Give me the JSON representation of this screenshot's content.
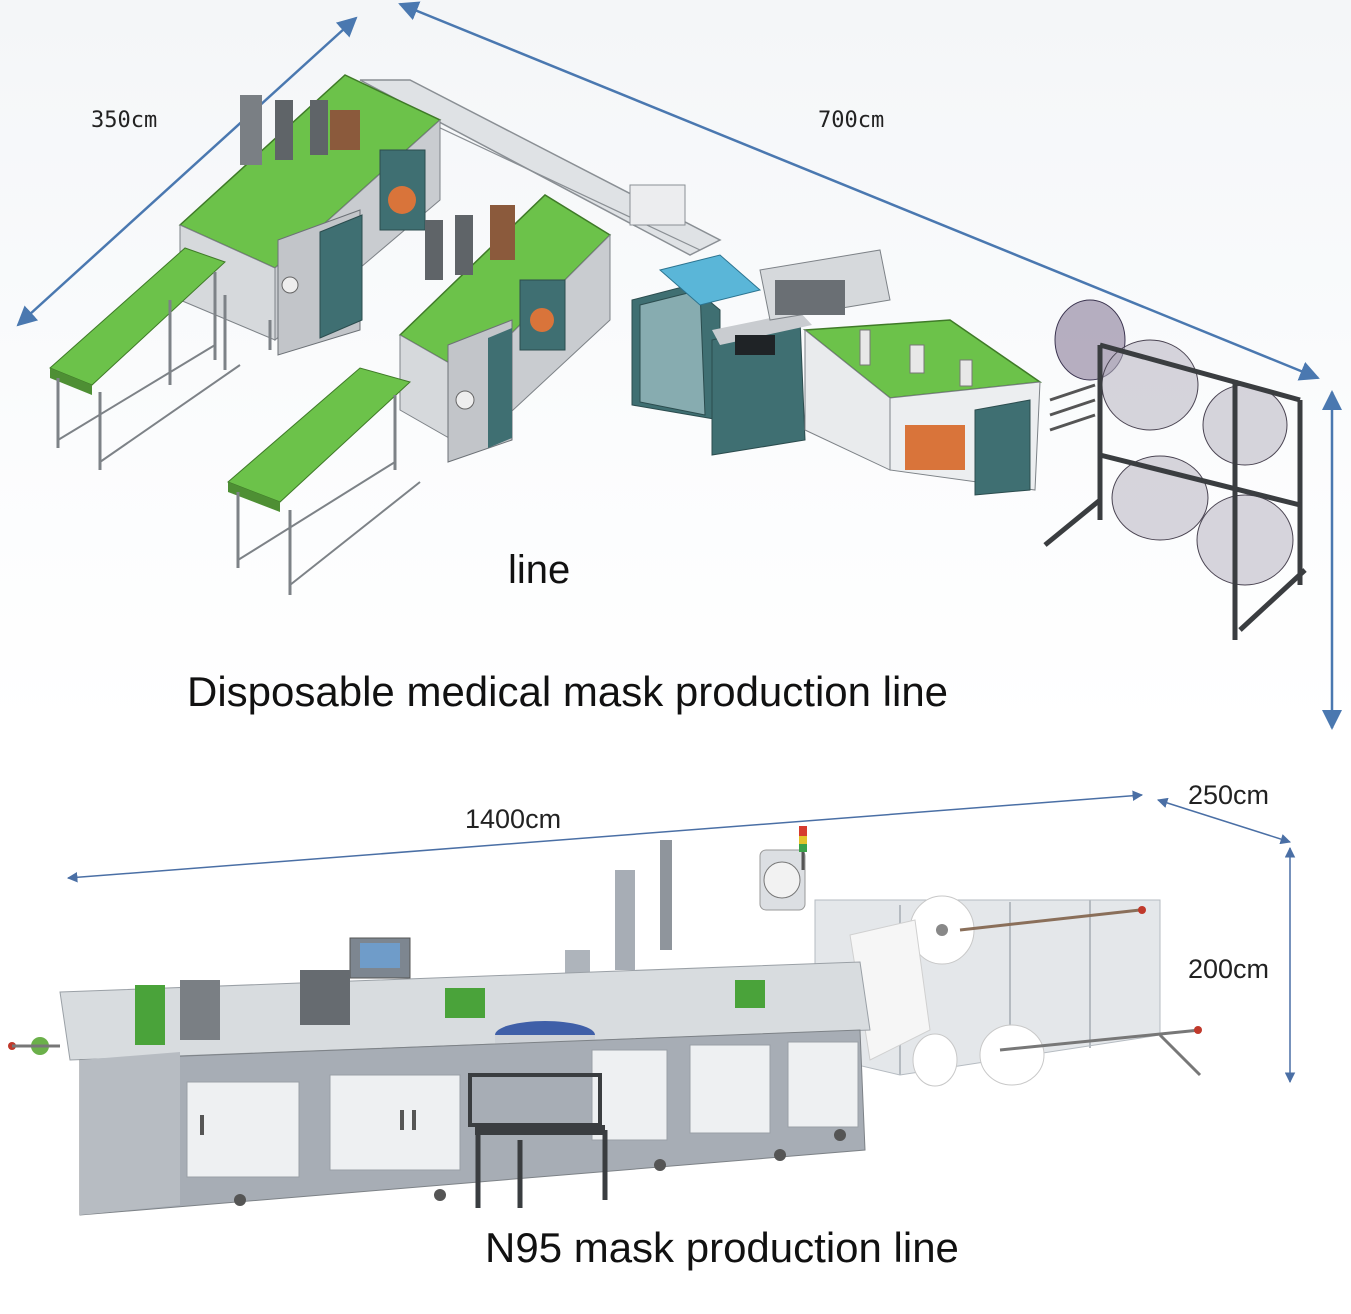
{
  "top": {
    "caption_main": "Disposable medical mask production line",
    "caption_fragment": "line",
    "dim_width": "350cm",
    "dim_length": "700cm"
  },
  "bottom": {
    "caption": "N95 mask production line",
    "dim_length": "1400cm",
    "dim_width": "250cm",
    "dim_height": "200cm"
  },
  "colors": {
    "dimension_arrow": "#4a78b0",
    "conveyor_green": "#6cc24a",
    "frame_grey": "#9ea3a8",
    "cabinet_teal": "#3f6f72",
    "cabinet_grey": "#c9ccd0",
    "orange_box": "#d9743a",
    "n95_cabinet": "#a7adb5",
    "n95_panel": "#eef0f2"
  }
}
